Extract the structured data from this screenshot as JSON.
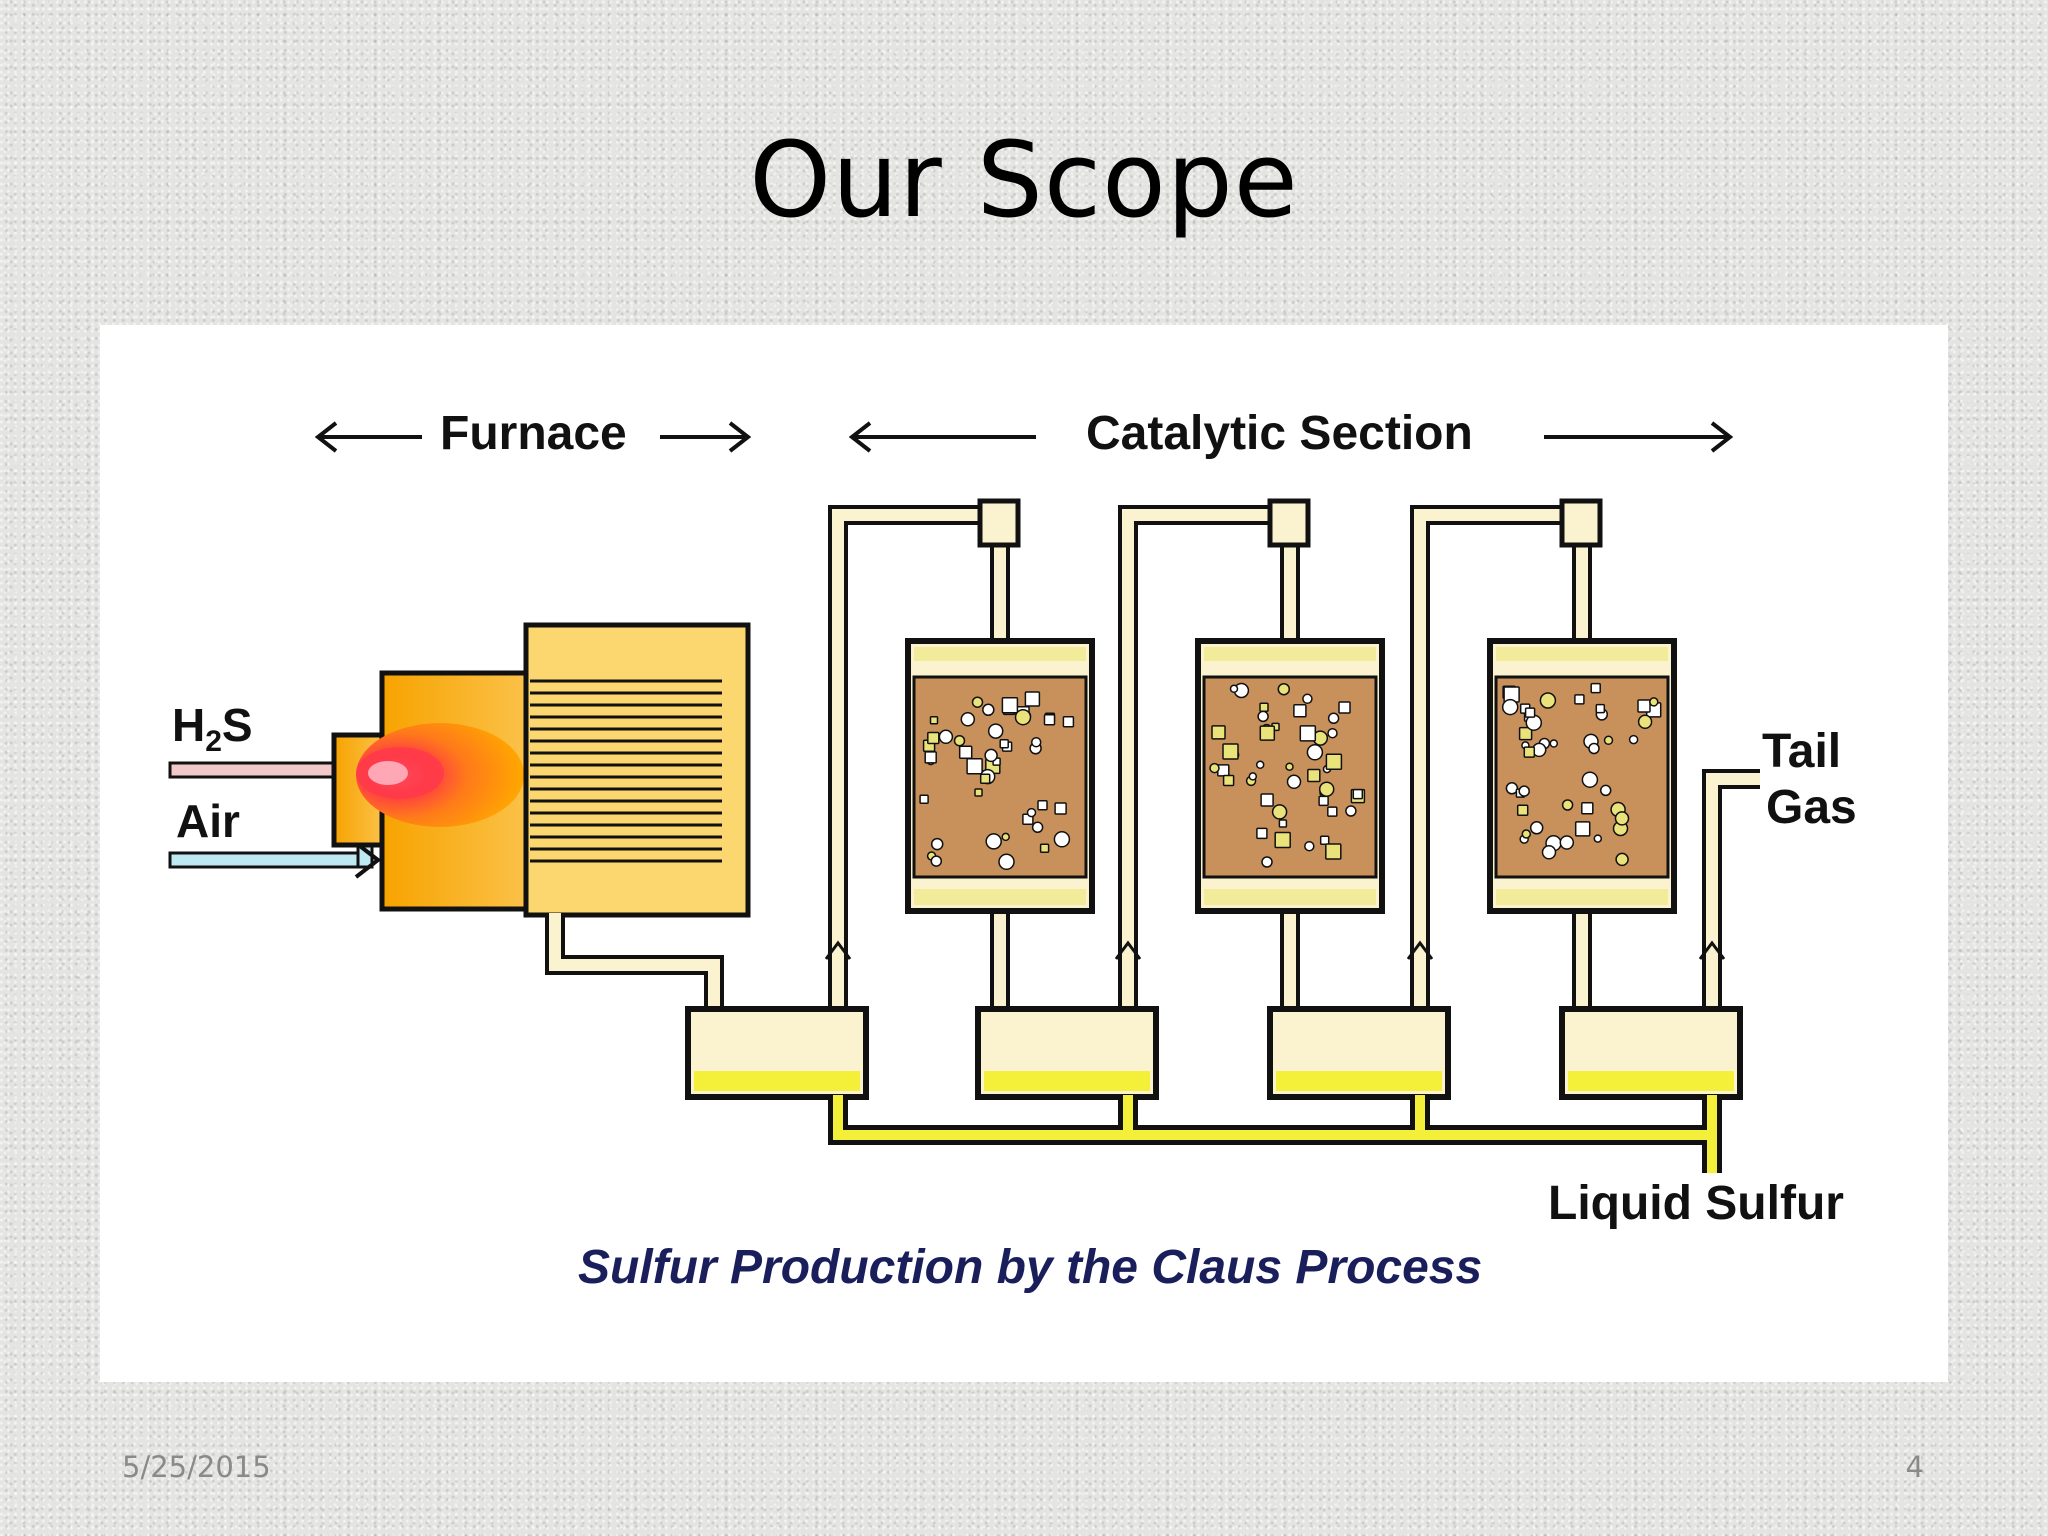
{
  "slide": {
    "title": "Our Scope",
    "date": "5/25/2015",
    "page_number": "4"
  },
  "diagram": {
    "section_labels": {
      "furnace": "Furnace",
      "catalytic": "Catalytic Section"
    },
    "inputs": {
      "h2s_main": "H",
      "h2s_sub": "2",
      "h2s_tail": "S",
      "air": "Air"
    },
    "outputs": {
      "tail_line1": "Tail",
      "tail_line2": "Gas",
      "liquid_sulfur": "Liquid Sulfur"
    },
    "caption": "Sulfur Production by the Claus Process",
    "colors": {
      "pipe": "#fbf3cf",
      "furnace_box": "#fcd770",
      "flame_core": "#ff2020",
      "flame_outer": "#ff8a00",
      "catalyst_bed": "#c8905a",
      "condensate": "#f4f03a",
      "h2s_line": "#f3c8c8",
      "air_line": "#bde9f3"
    }
  }
}
